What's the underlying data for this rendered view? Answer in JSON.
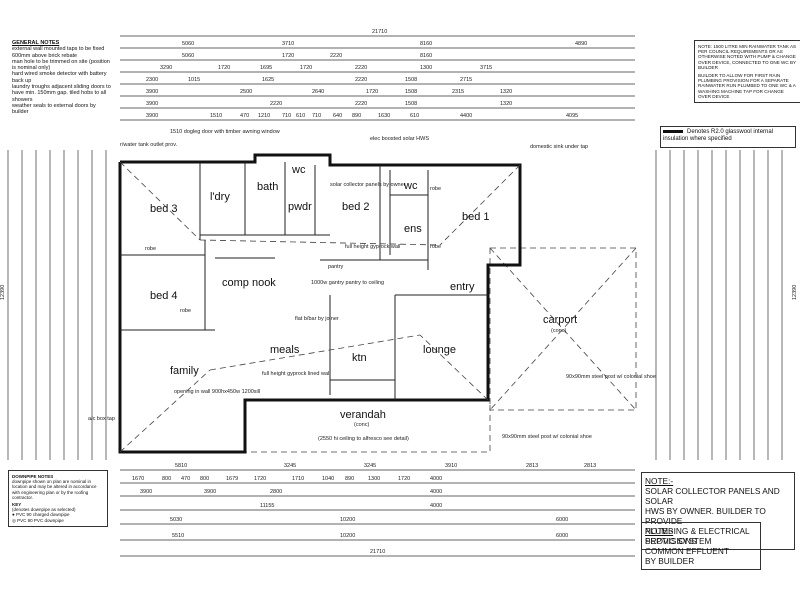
{
  "general_notes": {
    "title": "GENERAL NOTES",
    "items": [
      "external wall mounted taps to be fixed 600mm above brick rebate",
      "man hole to be trimmed on site (position is nominal only)",
      "hard wired smoke detector with battery back up",
      "laundry troughs adjacent sliding doors to have min. 150mm gap. tiled hobs to all showers",
      "weather seals to external doors by builder"
    ]
  },
  "rain_note": [
    "NOTE: 1500 LITRE MIN RAINWATER TANK AS PER COUNCIL REQUIREMENTS OR AS OTHERWISE NOTED WITH PUMP & CHANGE OVER DEVICE, CONNECTED TO ONE WC BY BUILDER",
    "BUILDER TO ALLOW FOR FIRST RAIN PLUMBING PROVISION FOR A SEPARATE RAINWATER RUN PLUMBED TO ONE WC & A WASHING MACHINE TAP FOR CHANGE OVER DEVICE"
  ],
  "insulation_note": "Denotes R2.0 glasswool internal insulation where specified",
  "downpipe_note": {
    "title": "DOWNPIPE NOTES",
    "text": "downpipe shown on plan are nominal in location and may be altered in accordance with engineering plan or by the roofing contractor.",
    "key_title": "KEY",
    "key": [
      "(denotes downpipe as selected)",
      "● PVC 90   charged downpipe",
      "◎ PVC 90   PVC downpipe"
    ]
  },
  "solar_note": [
    "NOTE:-",
    "SOLAR COLLECTOR PANELS AND SOLAR",
    "HWS BY OWNER. BUILDER TO PROVIDE",
    "PLUMBING & ELECTRICAL PROVISIONS"
  ],
  "septic_note": [
    "NOTE:-",
    "SEPTIC SYSTEM",
    "COMMON EFFLUENT",
    "BY BUILDER"
  ],
  "rooms": {
    "bed3": "bed 3",
    "bed4": "bed 4",
    "bed2": "bed 2",
    "bed1": "bed 1",
    "ldry": "l'dry",
    "bath": "bath",
    "wc1": "wc",
    "pwdr": "pwdr",
    "wc2": "wc",
    "ens": "ens",
    "comp_nook": "comp nook",
    "meals": "meals",
    "family": "family",
    "lounge": "lounge",
    "ktn": "ktn",
    "entry": "entry",
    "carport": "carport",
    "carport_sub": "(conc)",
    "verandah": "verandah",
    "verandah_sub": "(conc)",
    "robe1": "robe",
    "robe2": "robe",
    "robe3": "robe",
    "robe4": "robe",
    "pantry": "pantry"
  },
  "annotations": {
    "tank": "r/water tank outlet prov.",
    "dogleg": "1510 dogleg door with timber awning window",
    "elec_hws": "elec boosted solar HWS",
    "domestic": "domestic sink under tap",
    "solar_panels": "solar collector panels by owner",
    "gyprock_wall": "full height gyprock wall",
    "gantry": "1000w gantry pantry to ceiling",
    "bbar": "flat b/bar by joiner",
    "gyprock_lined": "full height gyprock lined wall",
    "opening": "opening in wall 900hx450w 1200sill",
    "verandah_ceiling": "(2550 hi ceiling to alfresco see detail)",
    "steel_post1": "90x90mm steel post w/ colonial shoe",
    "steel_post2": "90x90mm steel post w/ colonial shoe",
    "ac_box": "a/c box tap"
  },
  "dimensions": {
    "top_overall": "21710",
    "top_row1": [
      "5060",
      "3710",
      "8160",
      "4890"
    ],
    "top_row2": [
      "5060",
      "1720",
      "2220",
      "8160"
    ],
    "top_row3": [
      "3290",
      "1720",
      "1695",
      "1720",
      "2220",
      "1300",
      "3715"
    ],
    "top_row4": [
      "2300",
      "1015",
      "1625",
      "2220",
      "1508",
      "2715"
    ],
    "top_row5": [
      "3900",
      "2500",
      "2640",
      "1720",
      "1508",
      "2315",
      "1320"
    ],
    "top_row6": [
      "3900",
      "2220",
      "2220",
      "1508",
      "1320"
    ],
    "top_row7": [
      "3900",
      "1510",
      "470",
      "1210",
      "710",
      "610",
      "710",
      "640",
      "890",
      "1630",
      "610",
      "4400",
      "4095"
    ],
    "bottom_row1": [
      "5810",
      "3245",
      "3245",
      "3910",
      "2813",
      "2813"
    ],
    "bottom_row2": [
      "1670",
      "800",
      "470",
      "800",
      "1679",
      "1720",
      "1710",
      "1040",
      "890",
      "1300",
      "1720",
      "4000"
    ],
    "bottom_row3": [
      "3900",
      "3900",
      "2800",
      "4000"
    ],
    "bottom_row4": [
      "11155",
      "4000"
    ],
    "bottom_row5": [
      "5030",
      "10200",
      "6000"
    ],
    "bottom_row6": [
      "5510",
      "10200",
      "6000"
    ],
    "bottom_overall": "21710",
    "left_overall": "12390",
    "right_overall": "12390"
  }
}
